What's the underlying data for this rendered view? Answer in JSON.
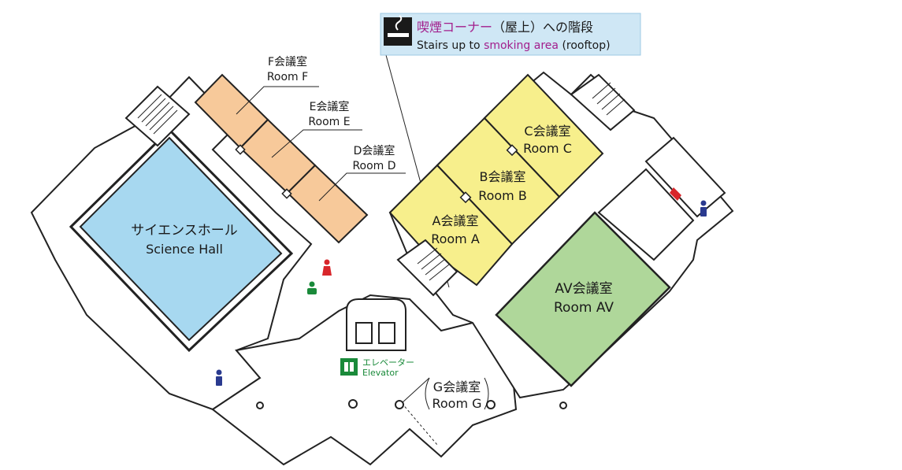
{
  "legend": {
    "jp_prefix": "喫煙",
    "jp_highlight": "コーナー",
    "jp_rest": "（屋上）への階段",
    "en_prefix": "Stairs up to ",
    "en_highlight": "smoking area",
    "en_suffix": " (rooftop)",
    "icon": "smoking-icon",
    "bg_color": "#cfe7f5",
    "highlight_color": "#a21e8c"
  },
  "rooms": {
    "f": {
      "jp": "F会議室",
      "en": "Room F"
    },
    "e": {
      "jp": "E会議室",
      "en": "Room E"
    },
    "d": {
      "jp": "D会議室",
      "en": "Room D"
    },
    "c": {
      "jp": "C会議室",
      "en": "Room C"
    },
    "b": {
      "jp": "B会議室",
      "en": "Room B"
    },
    "a": {
      "jp": "A会議室",
      "en": "Room A"
    },
    "av": {
      "jp": "AV会議室",
      "en": "Room AV"
    },
    "g": {
      "jp": "G会議室",
      "en": "Room G"
    },
    "hall": {
      "jp": "サイエンスホール",
      "en": "Science Hall"
    }
  },
  "elevator": {
    "jp": "エレベーター",
    "en": "Elevator",
    "icon": "elevator-icon"
  },
  "colors": {
    "hall": "#a7d8f0",
    "orange_rooms": "#f7c99a",
    "yellow_rooms": "#f7ef8c",
    "av_room": "#afd79a",
    "walls": "#222222",
    "corridor": "#ffffff",
    "male_icon": "#2a3a8f",
    "female_icon": "#d8262b",
    "accessible_icon": "#1a8a3a"
  }
}
